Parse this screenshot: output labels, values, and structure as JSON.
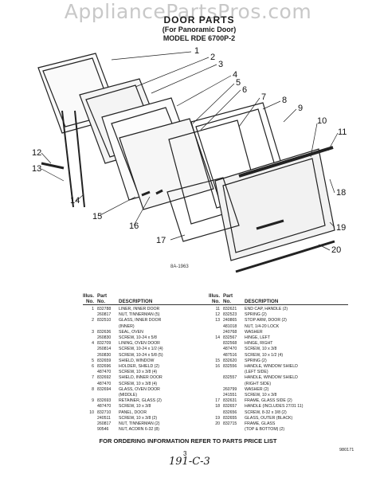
{
  "watermark": "AppliancePartsPros.com",
  "header": {
    "title": "DOOR PARTS",
    "subtitle": "(For Panoramic Door)",
    "model": "MODEL RDE 6700P-2"
  },
  "callouts": [
    "1",
    "2",
    "3",
    "4",
    "5",
    "6",
    "7",
    "8",
    "9",
    "10",
    "11",
    "12",
    "13",
    "14",
    "15",
    "16",
    "17",
    "18",
    "19",
    "20"
  ],
  "figure_code": "8A-1963",
  "table_headers": {
    "illus_label": "Illus.",
    "no_label": "No.",
    "part_label": "Part",
    "part_no_label": "No.",
    "description_label": "DESCRIPTION"
  },
  "parts_left": [
    {
      "illus": "1",
      "part": "832788",
      "desc": "LINER, INNER DOOR"
    },
    {
      "illus": "",
      "part": "260817",
      "desc": "NUT, TINNERMAN (5)"
    },
    {
      "illus": "2",
      "part": "832510",
      "desc": "GLASS, INNER DOOR"
    },
    {
      "illus": "",
      "part": "",
      "desc": "(INNER)"
    },
    {
      "illus": "3",
      "part": "832636",
      "desc": "SEAL, OVEN"
    },
    {
      "illus": "",
      "part": "260830",
      "desc": "SCREW, 10-24 x 5/8"
    },
    {
      "illus": "4",
      "part": "832709",
      "desc": "LINING, OVEN DOOR"
    },
    {
      "illus": "",
      "part": "260814",
      "desc": "SCREW, 10-24 x 1/2 (4)"
    },
    {
      "illus": "",
      "part": "260830",
      "desc": "SCREW, 10-24 x 5/8 (5)"
    },
    {
      "illus": "5",
      "part": "832659",
      "desc": "SHIELD, WINDOW"
    },
    {
      "illus": "6",
      "part": "832696",
      "desc": "HOLDER, SHIELD (2)"
    },
    {
      "illus": "",
      "part": "487470",
      "desc": "SCREW, 10 x 3/8 (4)"
    },
    {
      "illus": "7",
      "part": "832692",
      "desc": "SHIELD, INNER DOOR"
    },
    {
      "illus": "",
      "part": "487470",
      "desc": "SCREW, 10 x 3/8 (4)"
    },
    {
      "illus": "8",
      "part": "832694",
      "desc": "GLASS, OVEN DOOR"
    },
    {
      "illus": "",
      "part": "",
      "desc": "(MIDDLE)"
    },
    {
      "illus": "9",
      "part": "832693",
      "desc": "RETAINER, GLASS (2)"
    },
    {
      "illus": "",
      "part": "487470",
      "desc": "SCREW, 10 x 3/8"
    },
    {
      "illus": "10",
      "part": "832710",
      "desc": "PANEL, DOOR"
    },
    {
      "illus": "",
      "part": "240511",
      "desc": "SCREW, 10 x 3/8 (2)"
    },
    {
      "illus": "",
      "part": "260817",
      "desc": "NUT, TINNERMAN (2)"
    },
    {
      "illus": "",
      "part": "90546",
      "desc": "NUT, ACORN 6-32 (8)"
    }
  ],
  "parts_right": [
    {
      "illus": "11",
      "part": "832621",
      "desc": "END CAP, HANDLE (2)"
    },
    {
      "illus": "12",
      "part": "832523",
      "desc": "SPRING (2)"
    },
    {
      "illus": "13",
      "part": "240865",
      "desc": "STOP ARM, DOOR (2)"
    },
    {
      "illus": "",
      "part": "481018",
      "desc": "NUT, 1/4-20 LOCK"
    },
    {
      "illus": "",
      "part": "240768",
      "desc": "WASHER"
    },
    {
      "illus": "14",
      "part": "832567",
      "desc": "HINGE, LEFT"
    },
    {
      "illus": "",
      "part": "832568",
      "desc": "HINGE, RIGHT"
    },
    {
      "illus": "",
      "part": "487470",
      "desc": "SCREW, 10 x 3/8"
    },
    {
      "illus": "",
      "part": "487516",
      "desc": "SCREW, 10 x 1/2 (4)"
    },
    {
      "illus": "15",
      "part": "832620",
      "desc": "SPRING (2)"
    },
    {
      "illus": "16",
      "part": "832556",
      "desc": "HANDLE, WINDOW SHIELD"
    },
    {
      "illus": "",
      "part": "",
      "desc": "(LEFT SIDE)"
    },
    {
      "illus": "",
      "part": "832557",
      "desc": "HANDLE, WINDOW SHIELD"
    },
    {
      "illus": "",
      "part": "",
      "desc": "(RIGHT SIDE)"
    },
    {
      "illus": "",
      "part": "260799",
      "desc": "WASHER (2)"
    },
    {
      "illus": "",
      "part": "241551",
      "desc": "SCREW, 10 x 3/8"
    },
    {
      "illus": "17",
      "part": "832631",
      "desc": "FRAME, GLASS SIDE (2)"
    },
    {
      "illus": "18",
      "part": "832657",
      "desc": "HANDLE (INCLUDES 27/31 11)"
    },
    {
      "illus": "",
      "part": "832656",
      "desc": "SCREW, 8-32 x 3/8 (2)"
    },
    {
      "illus": "19",
      "part": "832655",
      "desc": "GLASS, OUTER (BLACK)"
    },
    {
      "illus": "20",
      "part": "832715",
      "desc": "FRAME, GLASS"
    },
    {
      "illus": "",
      "part": "",
      "desc": "(TOP & BOTTOM) (2)"
    }
  ],
  "footer_note": "FOR ORDERING INFORMATION REFER TO PARTS PRICE LIST",
  "page_number": "3",
  "doc_code": "980171",
  "handwritten": "191-C-3"
}
